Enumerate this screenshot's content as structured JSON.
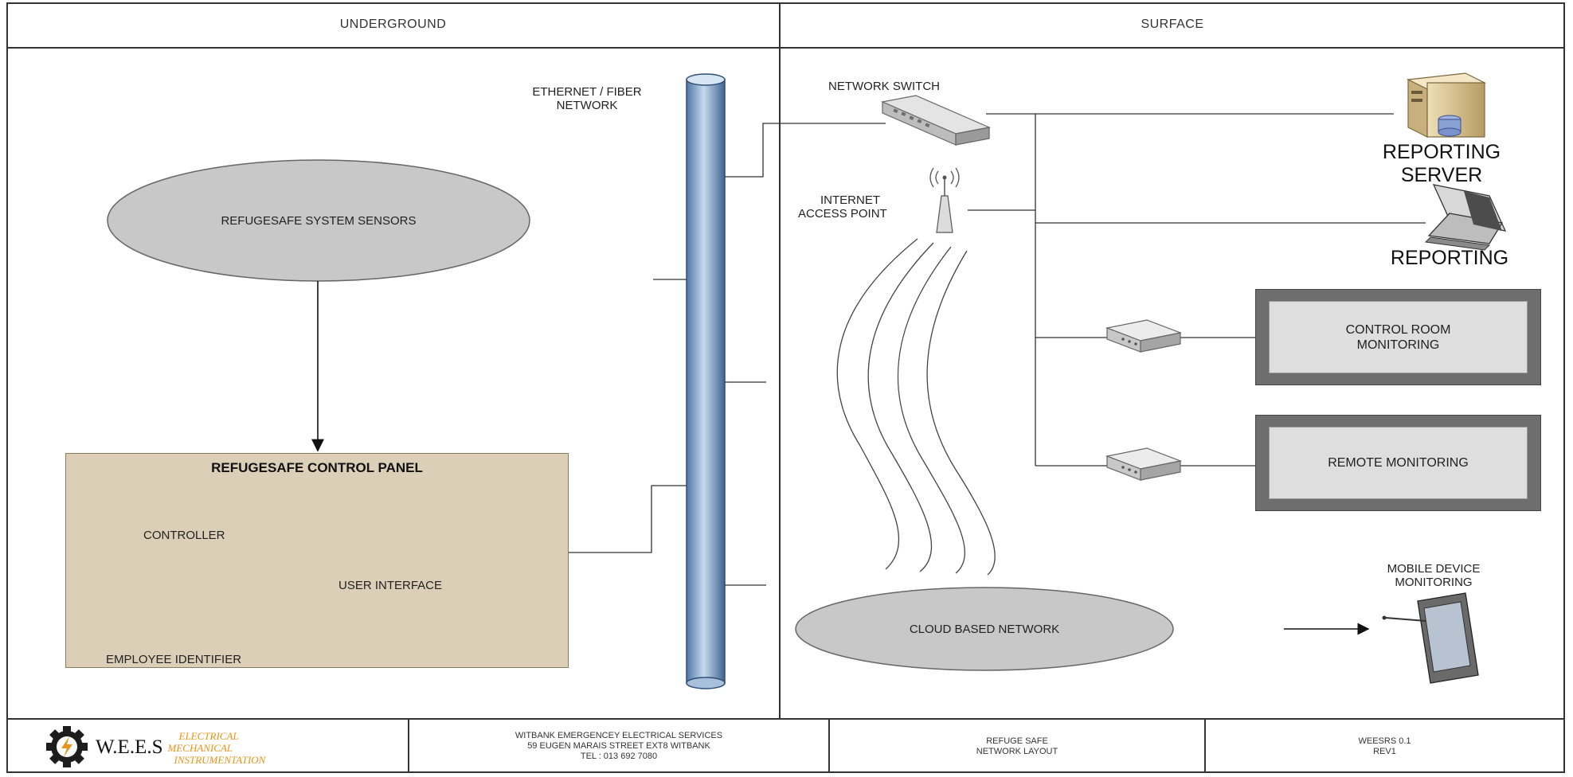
{
  "header": {
    "left_section": "UNDERGROUND",
    "right_section": "SURFACE"
  },
  "underground": {
    "network_label": [
      "ETHERNET / FIBER",
      "NETWORK"
    ],
    "sensors": "REFUGESAFE SYSTEM SENSORS",
    "control_panel": {
      "title": "REFUGESAFE CONTROL PANEL",
      "controller": "CONTROLLER",
      "user_interface": "USER INTERFACE",
      "employee_identifier": "EMPLOYEE IDENTIFIER"
    }
  },
  "surface": {
    "network_switch": "NETWORK SWITCH",
    "access_point": [
      "INTERNET",
      "ACCESS POINT"
    ],
    "reporting_server": [
      "REPORTING",
      "SERVER"
    ],
    "reporting": "REPORTING",
    "control_room": [
      "CONTROL ROOM",
      "MONITORING"
    ],
    "remote_monitoring": "REMOTE MONITORING",
    "mobile_monitoring": [
      "MOBILE DEVICE",
      "MONITORING"
    ],
    "cloud": "CLOUD BASED NETWORK"
  },
  "footer": {
    "company_short": "W.E.E.S",
    "tags": [
      "ELECTRICAL",
      "MECHANICAL",
      "INSTRUMENTATION"
    ],
    "company_full": "WITBANK EMERGENCEY ELECTRICAL SERVICES",
    "address": "59 EUGEN MARAIS STREET EXT8 WITBANK",
    "tel": "TEL : 013 692 7080",
    "doc_title": [
      "REFUGE SAFE",
      "NETWORK LAYOUT"
    ],
    "doc_code": [
      "WEESRS 0.1",
      "REV1"
    ]
  },
  "colors": {
    "panel": "#dccfb7",
    "cloud": "#c8c8c8",
    "pipe": "#7fa1c8",
    "monitor": "#6e6e6e",
    "brand_tags": "#e8931a"
  }
}
